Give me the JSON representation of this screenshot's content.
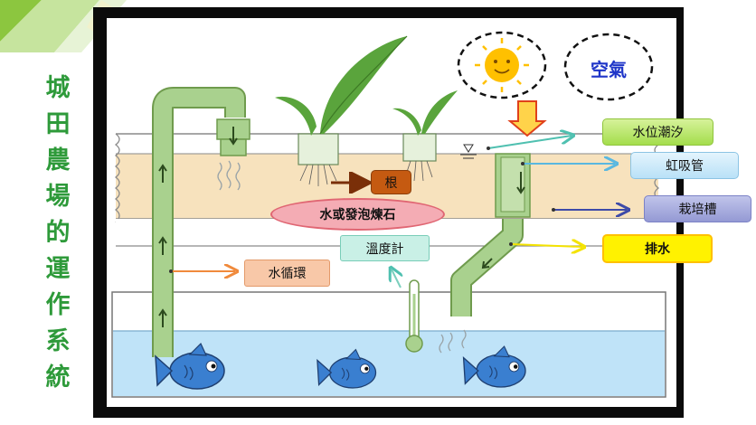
{
  "title_chars": [
    "城",
    "田",
    "農",
    "場",
    "的",
    "運",
    "作",
    "系",
    "統"
  ],
  "labels": {
    "air": "空氣",
    "water_tide": "水位潮汐",
    "siphon": "虹吸管",
    "grow_bed": "栽培槽",
    "drain": "排水",
    "root": "根",
    "media": "水或發泡煉石",
    "thermometer": "溫度計",
    "water_cycle": "水循環"
  },
  "colors": {
    "title": "#2e9a3a",
    "pipe": "#a9d18e",
    "bed": "#f5deb3",
    "water": "#bfe3f8",
    "fish": "#3a7fd0",
    "air_text": "#1f35c8"
  }
}
